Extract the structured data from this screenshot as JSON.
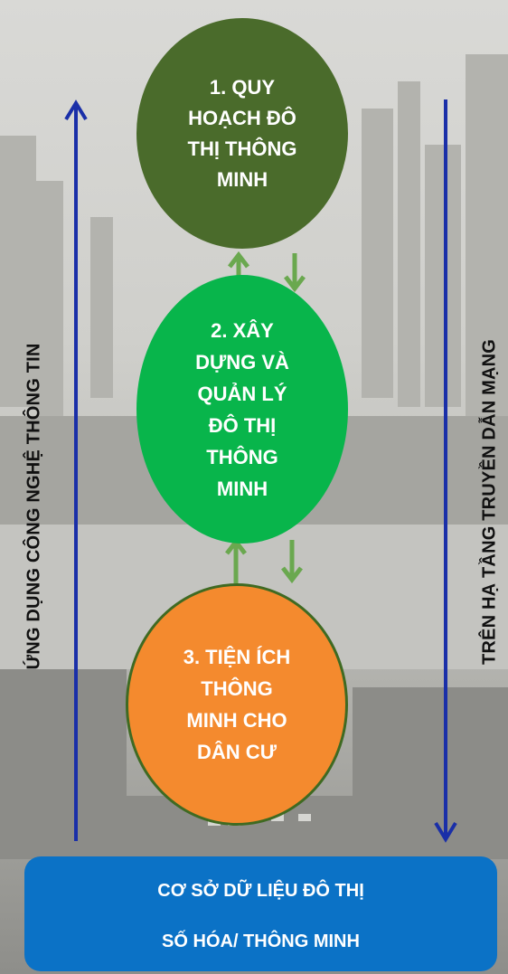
{
  "circles": [
    {
      "label": "1. QUY\nHOẠCH ĐÔ\nTHỊ THÔNG\nMINH",
      "color": "#4a6b2b"
    },
    {
      "label": "2. XÂY\nDỰNG VÀ\nQUẢN LÝ\nĐÔ THỊ\nTHÔNG\nMINH",
      "color": "#08b54b"
    },
    {
      "label": "3. TIỆN ÍCH\nTHÔNG\nMINH CHO\nDÂN CƯ",
      "color": "#f48a2e"
    }
  ],
  "side_labels": {
    "left": "ỨNG DỤNG CÔNG NGHỆ THÔNG TIN",
    "right": "TRÊN HẠ TẦNG TRUYỀN DẪN MẠNG"
  },
  "database": {
    "line1": "CƠ SỞ DỮ LIỆU ĐÔ THỊ",
    "line2": "SỐ HÓA/ THÔNG MINH",
    "color": "#0b72c6"
  },
  "arrow_colors": {
    "side": "#1a2fa8",
    "between": "#6aa84f"
  }
}
